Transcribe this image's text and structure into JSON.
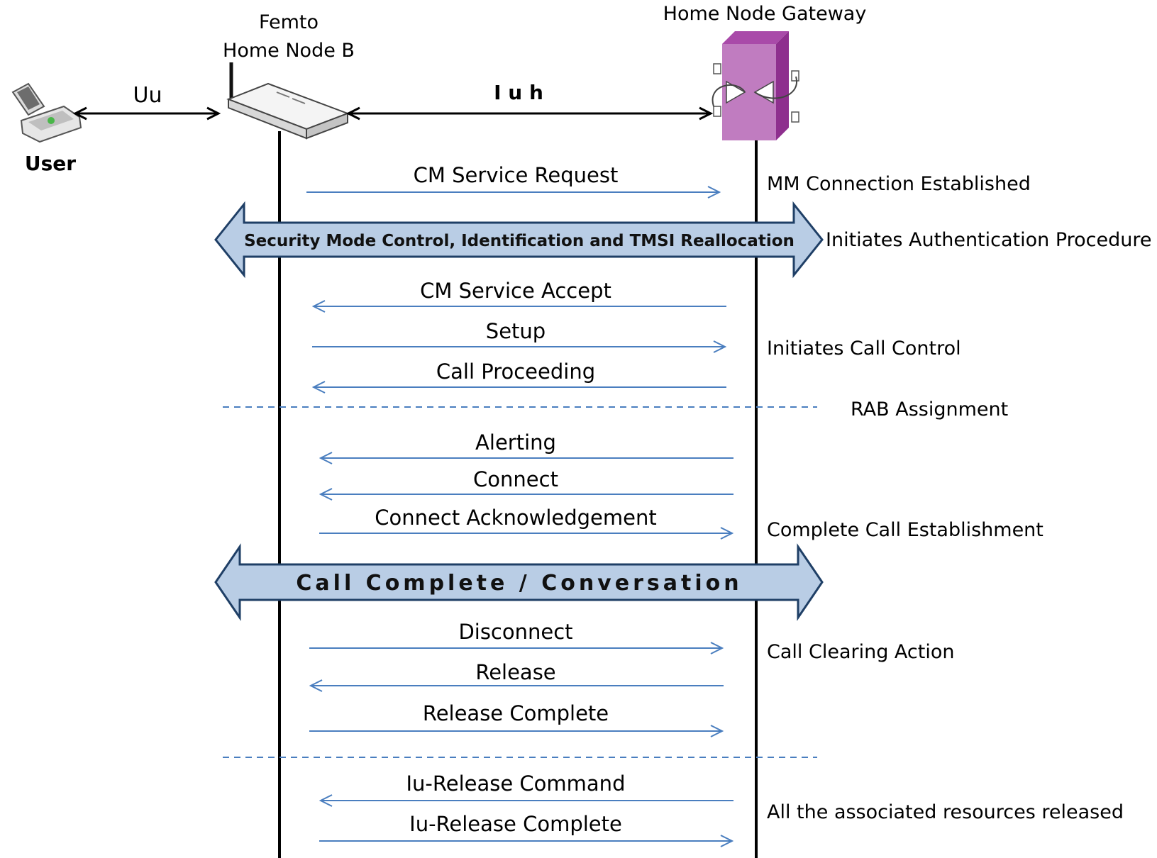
{
  "header": {
    "femto_line1": "Femto",
    "femto_line2": "Home Node B",
    "gateway": "Home Node  Gateway",
    "user": "User",
    "uu": "Uu",
    "iuh": "I u h"
  },
  "messages": [
    {
      "label": "CM Service Request",
      "direction": "right"
    },
    {
      "label": "CM Service Accept",
      "direction": "left"
    },
    {
      "label": "Setup",
      "direction": "right"
    },
    {
      "label": "Call Proceeding",
      "direction": "left"
    },
    {
      "label": "Alerting",
      "direction": "left"
    },
    {
      "label": "Connect",
      "direction": "left"
    },
    {
      "label": "Connect Acknowledgement",
      "direction": "right"
    },
    {
      "label": "Disconnect",
      "direction": "right"
    },
    {
      "label": "Release",
      "direction": "left"
    },
    {
      "label": "Release Complete",
      "direction": "right"
    },
    {
      "label": "Iu-Release  Command",
      "direction": "left"
    },
    {
      "label": "Iu-Release  Complete",
      "direction": "right"
    }
  ],
  "bands": [
    {
      "label": "Security Mode Control, Identification and TMSI Reallocation"
    },
    {
      "label": "Call  Complete  /  Conversation"
    }
  ],
  "notes": [
    "MM Connection  Established",
    "Initiates Authentication Procedure",
    "Initiates Call Control",
    "RAB Assignment",
    "Complete Call Establishment",
    "Call Clearing Action",
    "All the associated resources released"
  ],
  "colors": {
    "arrow": "#4a7ebf",
    "band_fill": "#b9cde5",
    "band_stroke": "#1f3f66",
    "iuh": "#c00000",
    "gateway_front": "#c07cc0",
    "gateway_side": "#8e2f8e",
    "gateway_top": "#a94aa9",
    "lifeline": "#000000",
    "divider": "#4a7ebf"
  }
}
